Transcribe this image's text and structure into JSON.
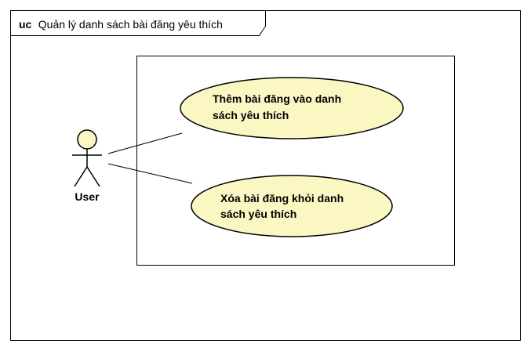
{
  "diagram": {
    "frame": {
      "keyword": "uc",
      "name": "Quản lý danh sách bài đăng yêu thích"
    },
    "actor": {
      "label": "User"
    },
    "use_cases": [
      {
        "line1": "Thêm bài đăng vào danh",
        "line2": "sách yêu thích"
      },
      {
        "line1": "Xóa bài đăng khỏi danh",
        "line2": "sách yêu thích"
      }
    ],
    "colors": {
      "use_case_fill": "#fbf7c2",
      "actor_head_fill": "#fbf7c2",
      "line": "#000000"
    }
  }
}
